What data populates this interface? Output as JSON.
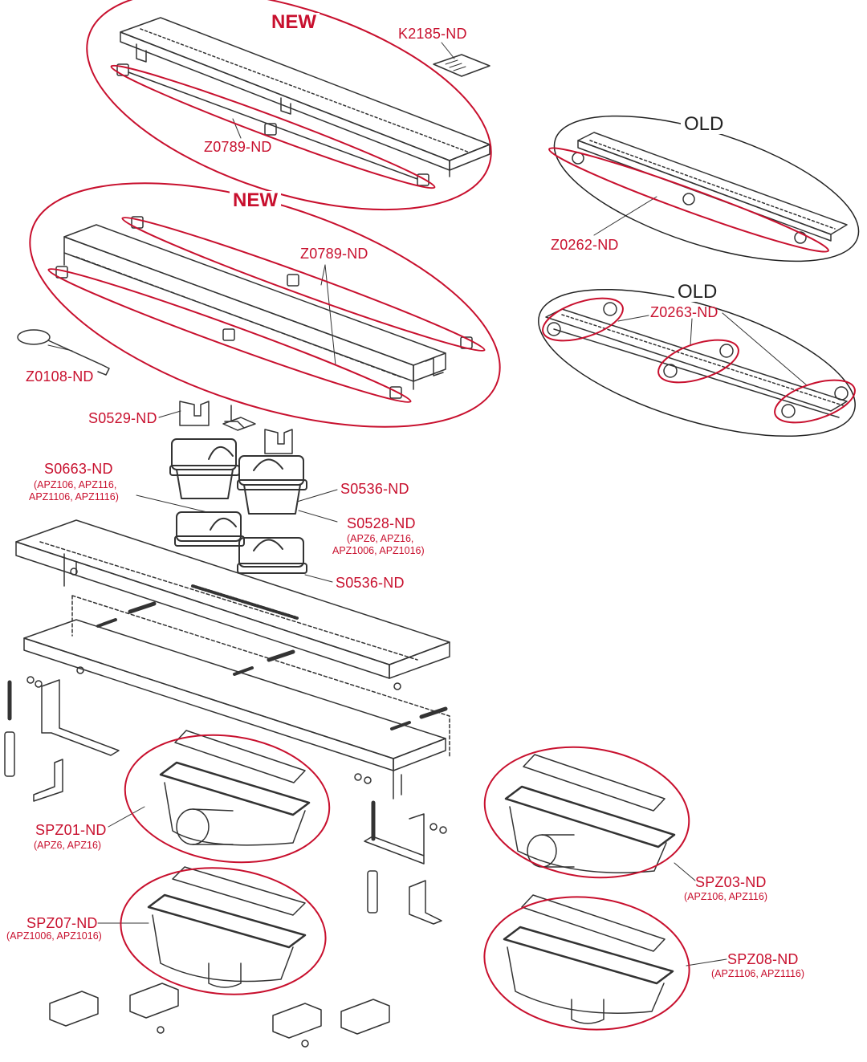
{
  "colors": {
    "accent": "#c8102e",
    "line": "#333333",
    "old_outline": "#222222"
  },
  "tags": {
    "new": "NEW",
    "old": "OLD"
  },
  "labels": {
    "k2185": "K2185-ND",
    "z0789_top": "Z0789-ND",
    "z0789_mid": "Z0789-ND",
    "z0262": "Z0262-ND",
    "z0263": "Z0263-ND",
    "z0108": "Z0108-ND",
    "s0529": "S0529-ND",
    "s0663": "S0663-ND",
    "s0663_models": "(APZ106, APZ116,",
    "s0663_models2": "APZ1106, APZ1116)",
    "s0536_a": "S0536-ND",
    "s0528": "S0528-ND",
    "s0528_models": "(APZ6, APZ16,",
    "s0528_models2": "APZ1006, APZ1016)",
    "s0536_b": "S0536-ND",
    "spz01": "SPZ01-ND",
    "spz01_models": "(APZ6, APZ16)",
    "spz03": "SPZ03-ND",
    "spz03_models": "(APZ106, APZ116)",
    "spz07": "SPZ07-ND",
    "spz07_models": "(APZ1006, APZ1016)",
    "spz08": "SPZ08-ND",
    "spz08_models": "(APZ1106, APZ1116)"
  }
}
